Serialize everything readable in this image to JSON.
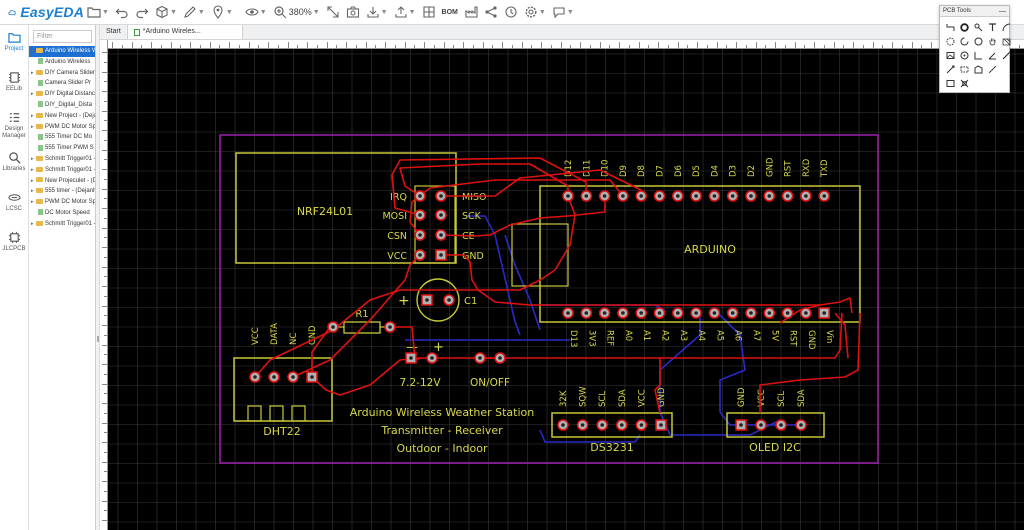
{
  "app": {
    "name": "EasyEDA",
    "brand_color": "#1d7fd0"
  },
  "toolbar": {
    "zoom": "380%",
    "bom_label": "BOM"
  },
  "leftnav": {
    "items": [
      {
        "label": "Project",
        "icon": "folder-icon"
      },
      {
        "label": "EELib",
        "icon": "component-icon"
      },
      {
        "label": "Design Manager",
        "icon": "design-manager-icon"
      },
      {
        "label": "Libraries",
        "icon": "search-library-icon"
      },
      {
        "label": "LCSC",
        "icon": "lcsc-icon"
      },
      {
        "label": "JLCPCB",
        "icon": "jlcpcb-icon"
      }
    ]
  },
  "tree": {
    "filter_placeholder": "Filter",
    "items": [
      {
        "label": "Arduino Wireless W",
        "type": "folder",
        "level": 0,
        "selected": true
      },
      {
        "label": "Arduino Wireless",
        "type": "file",
        "level": 1
      },
      {
        "label": "DIY Camera Slider",
        "type": "folder",
        "level": 0
      },
      {
        "label": "Camera Slider Pr",
        "type": "file",
        "level": 1
      },
      {
        "label": "DIY Digital Distanc",
        "type": "folder",
        "level": 0
      },
      {
        "label": "DIY_Digital_Dista",
        "type": "file",
        "level": 1
      },
      {
        "label": "New Project - (Deja",
        "type": "folder",
        "level": 0
      },
      {
        "label": "PWM DC Motor Sp",
        "type": "folder",
        "level": 0
      },
      {
        "label": "555 Timer DC Mo",
        "type": "file",
        "level": 1
      },
      {
        "label": "555 Timer PWM S",
        "type": "file",
        "level": 1
      },
      {
        "label": "Schmitt Trigger01 -",
        "type": "folder",
        "level": 0
      },
      {
        "label": "Schmitt Trigger01 -",
        "type": "folder",
        "level": 0
      },
      {
        "label": "New Projeculet - (D",
        "type": "folder",
        "level": 0
      },
      {
        "label": "555 timer - (Dejanh",
        "type": "folder",
        "level": 0
      },
      {
        "label": "PWM DC Motor Sp",
        "type": "folder",
        "level": 0
      },
      {
        "label": "DC Motor Speed",
        "type": "file",
        "level": 1
      },
      {
        "label": "Schmitt Trigger01 -",
        "type": "folder",
        "level": 0
      }
    ]
  },
  "tabs": [
    {
      "label": "Start",
      "active": false
    },
    {
      "label": "*Arduino Wireles...",
      "active": true
    }
  ],
  "pcb_tools": {
    "title": "PCB Tools"
  },
  "pcb": {
    "colors": {
      "silk": "#c8c83c",
      "top": "#e01010",
      "bottom": "#2a2ac8",
      "outline": "#a020b0",
      "pad": "#b0b0b0",
      "grid": "#3a3a3a",
      "text": "#d8d84a"
    },
    "nrf": {
      "label": "NRF24L01",
      "left_pins": [
        "IRQ",
        "MOSI",
        "CSN",
        "VCC"
      ],
      "right_pins": [
        "MISO",
        "SCK",
        "CE",
        "GND"
      ]
    },
    "arduino": {
      "label": "ARDUINO",
      "top_pins": [
        "D12",
        "D11",
        "D10",
        "D9",
        "D8",
        "D7",
        "D6",
        "D5",
        "D4",
        "D3",
        "D2",
        "GND",
        "RST",
        "RXD",
        "TXD"
      ],
      "bottom_pins": [
        "D13",
        "3V3",
        "REF",
        "A0",
        "A1",
        "A2",
        "A3",
        "A4",
        "A5",
        "A6",
        "A7",
        "5V",
        "RST",
        "GND",
        "Vin"
      ]
    },
    "cap_label": "C1",
    "resistor_label": "R1",
    "dht": {
      "label": "DHT22",
      "pins": [
        "VCC",
        "DATA",
        "NC",
        "GND"
      ]
    },
    "power": {
      "minus": "—",
      "plus": "+",
      "voltage": "7.2-12V",
      "switch": "ON/OFF"
    },
    "ds": {
      "label": "DS3231",
      "pins": [
        "32K",
        "SQW",
        "SCL",
        "SDA",
        "VCC",
        "GND"
      ]
    },
    "oled": {
      "label": "OLED I2C",
      "pins": [
        "GND",
        "VCC",
        "SCL",
        "SDA"
      ]
    },
    "title_lines": [
      "Arduino Wireless Weather Station",
      "Transmitter - Receiver",
      "Outdoor - Indoor"
    ]
  }
}
